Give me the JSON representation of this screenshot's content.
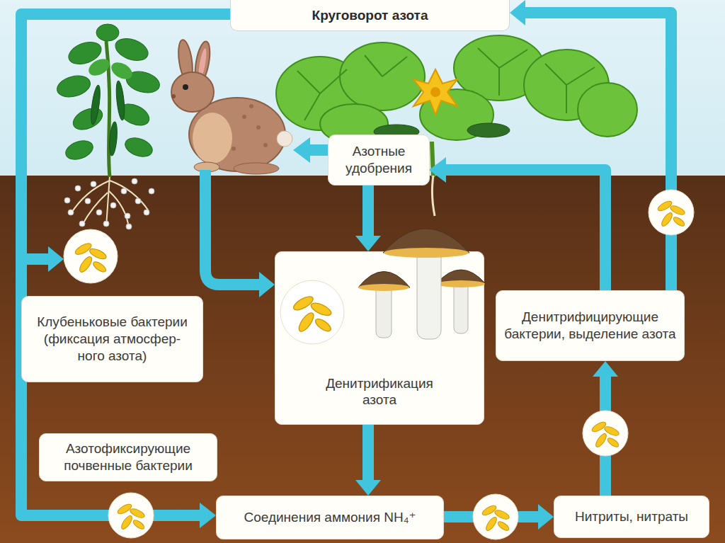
{
  "diagram": {
    "title": "Круговорот азота",
    "nodes": [
      {
        "text": [
          "Азотные удобрения"
        ]
      },
      {
        "text": [
          "Клубеньковые бактерии (фиксация атмосфер- ного азота)"
        ]
      },
      {
        "text": [
          "Денитрификация азота"
        ]
      },
      {
        "text": [
          "Денитрифицирующие бактерии, выделение азота"
        ]
      },
      {
        "text": [
          "Азотофиксирующие почвенные бактерии"
        ]
      },
      {
        "text": [
          "Соединения аммония NH₄⁺"
        ]
      },
      {
        "text": [
          "Нитриты, нитраты"
        ]
      }
    ],
    "edges": [
      {
        "from": 0,
        "to": 2,
        "arrow": "to"
      },
      {
        "from": 2,
        "to": 5,
        "arrow": "to"
      },
      {
        "from": 5,
        "to": 6,
        "arrow": "to"
      },
      {
        "from": 6,
        "to": 3,
        "arrow": "to"
      }
    ]
  }
}
